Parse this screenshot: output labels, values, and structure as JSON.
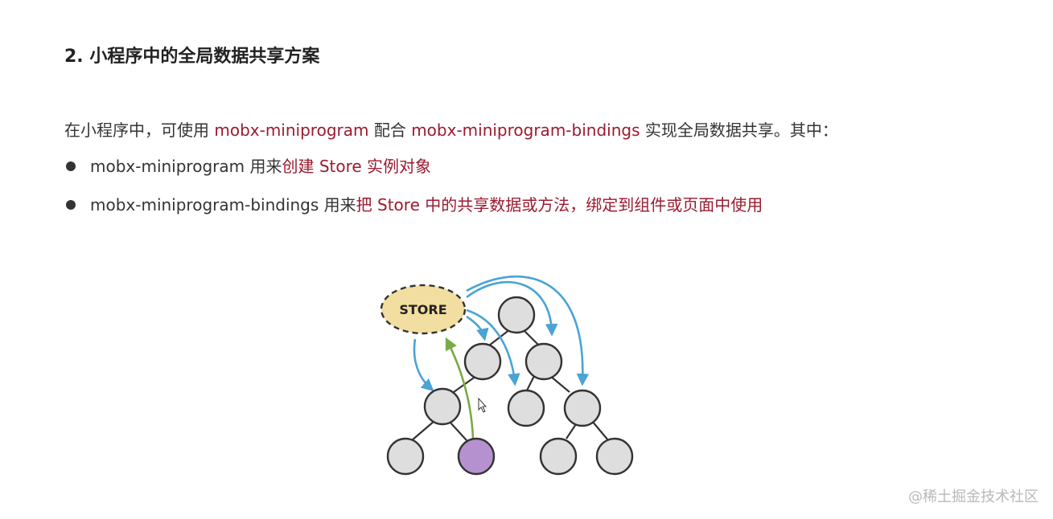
{
  "heading": "2. 小程序中的全局数据共享方案",
  "intro": {
    "part1": "在小程序中，可使用 ",
    "lib1": "mobx-miniprogram",
    "part2": " 配合 ",
    "lib2": "mobx-miniprogram-bindings",
    "part3": " 实现全局数据共享。其中："
  },
  "bullets": [
    {
      "plain": "mobx-miniprogram 用来",
      "highlight": "创建 Store 实例对象"
    },
    {
      "plain": "mobx-miniprogram-bindings 用来",
      "highlight": "把 Store 中的共享数据或方法，绑定到组件或页面中使用"
    }
  ],
  "diagram": {
    "store_label": "STORE",
    "colors": {
      "store_fill": "#f2dea0",
      "node_fill": "#dedede",
      "active_node_fill": "#b691cf",
      "arrow_blue": "#4aa3d4",
      "arrow_green": "#7aab48",
      "stroke": "#333333"
    }
  },
  "watermark": "@稀土掘金技术社区"
}
